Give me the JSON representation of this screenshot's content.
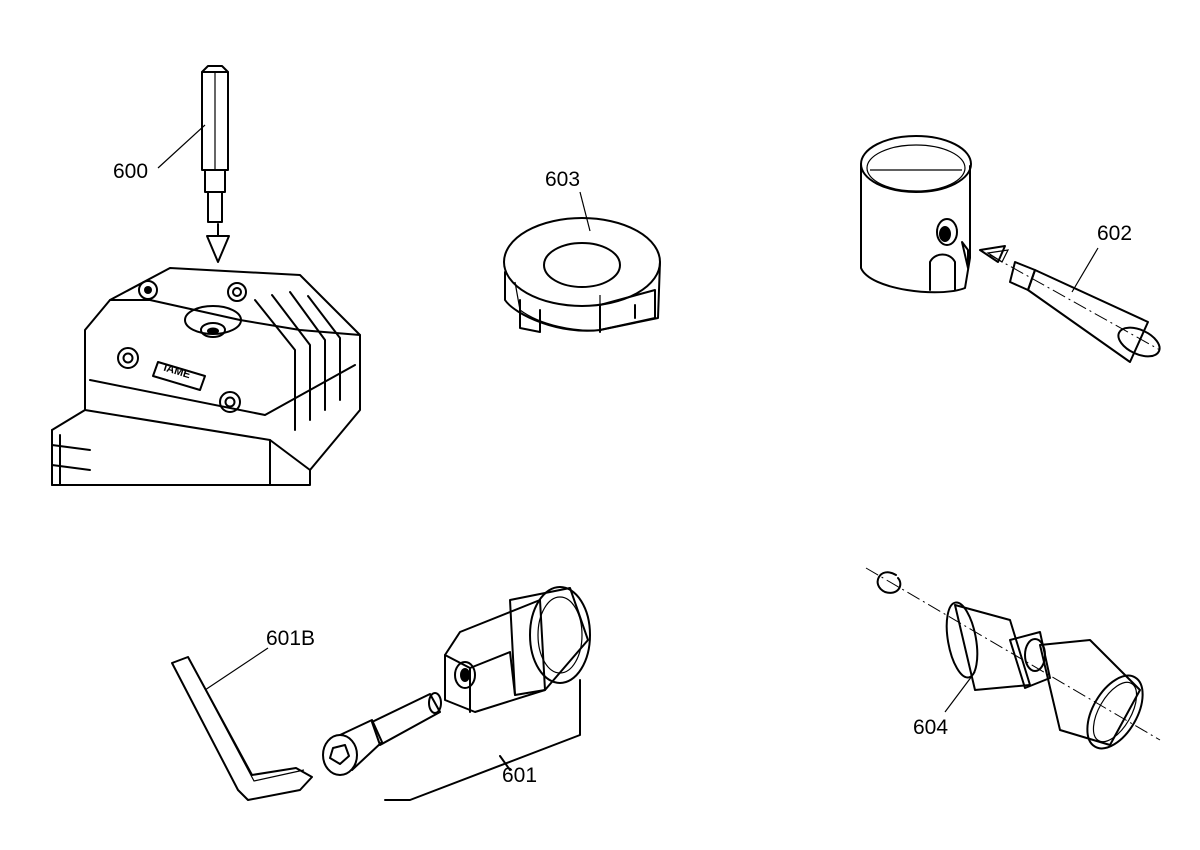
{
  "labels": {
    "tool_600": "600",
    "tool_601": "601",
    "tool_601b": "601B",
    "tool_602": "602",
    "tool_603": "603",
    "tool_604": "604"
  },
  "head_logo_text": "IAME"
}
